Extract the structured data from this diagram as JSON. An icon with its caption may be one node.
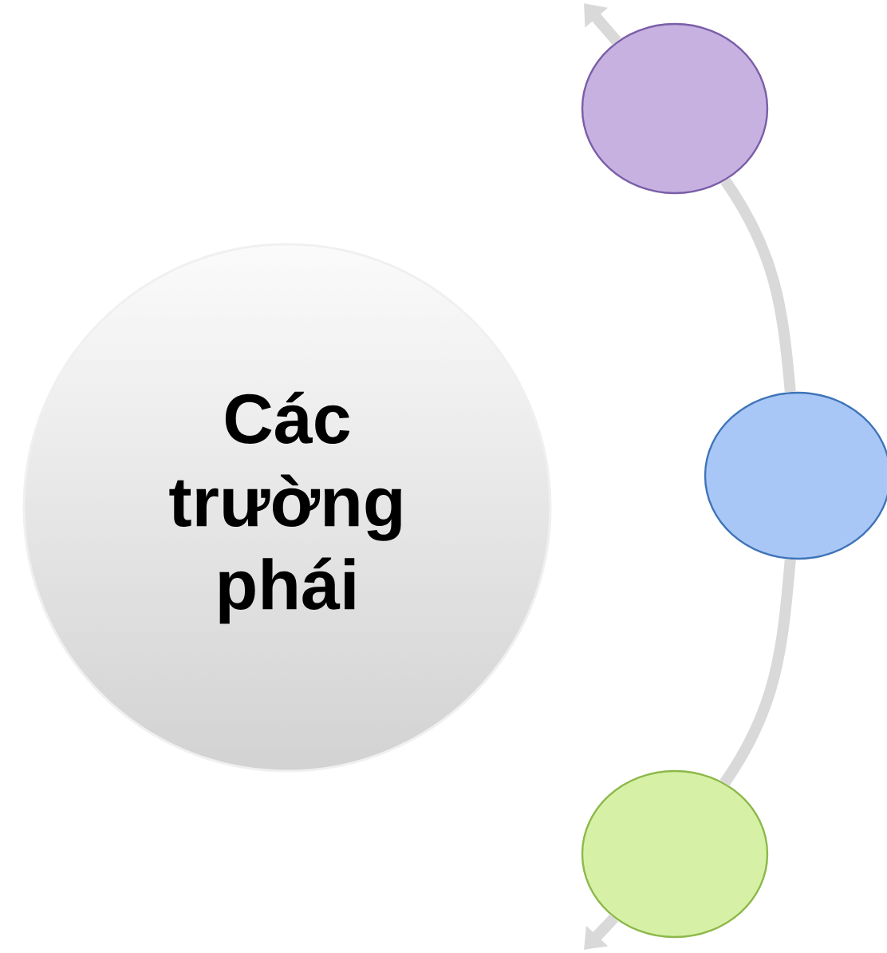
{
  "diagram": {
    "nodes": [
      {
        "text": [
          "Các trường phái"
        ]
      },
      {
        "text": [],
        "shape": "circle"
      },
      {
        "text": [],
        "shape": "circle"
      },
      {
        "text": [],
        "shape": "circle"
      }
    ],
    "edges": [
      {
        "from": 1,
        "to": null,
        "arrow": "to"
      },
      {
        "from": 1,
        "to": 2,
        "arrow": "none"
      },
      {
        "from": 2,
        "to": 3,
        "arrow": "none"
      },
      {
        "from": 3,
        "to": null,
        "arrow": "to"
      }
    ]
  }
}
